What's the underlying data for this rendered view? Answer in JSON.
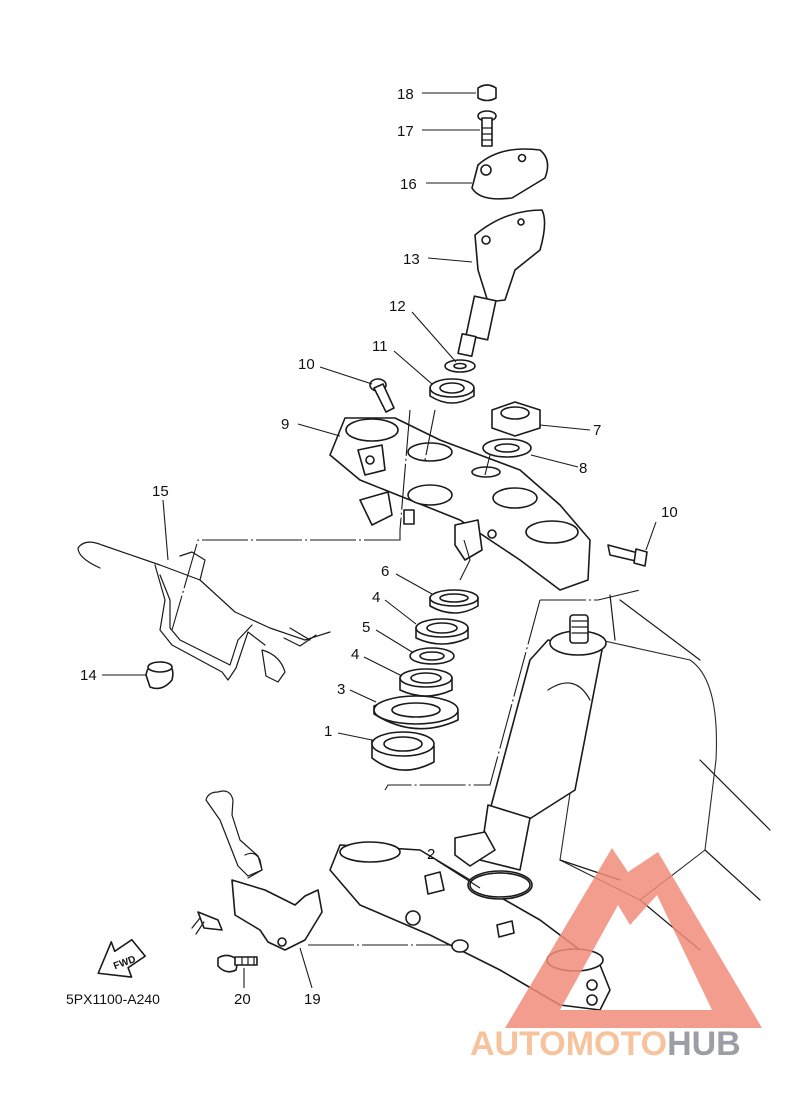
{
  "diagram_code": "5PX1100-A240",
  "fwd_label": "FWD",
  "callouts": [
    {
      "id": "18",
      "label": "18"
    },
    {
      "id": "17",
      "label": "17"
    },
    {
      "id": "16",
      "label": "16"
    },
    {
      "id": "13",
      "label": "13"
    },
    {
      "id": "12",
      "label": "12"
    },
    {
      "id": "11",
      "label": "11"
    },
    {
      "id": "10a",
      "label": "10"
    },
    {
      "id": "9",
      "label": "9"
    },
    {
      "id": "7",
      "label": "7"
    },
    {
      "id": "8",
      "label": "8"
    },
    {
      "id": "15",
      "label": "15"
    },
    {
      "id": "10b",
      "label": "10"
    },
    {
      "id": "6",
      "label": "6"
    },
    {
      "id": "4a",
      "label": "4"
    },
    {
      "id": "5",
      "label": "5"
    },
    {
      "id": "4b",
      "label": "4"
    },
    {
      "id": "14",
      "label": "14"
    },
    {
      "id": "3",
      "label": "3"
    },
    {
      "id": "1",
      "label": "1"
    },
    {
      "id": "2",
      "label": "2"
    },
    {
      "id": "20",
      "label": "20"
    },
    {
      "id": "19",
      "label": "19"
    }
  ],
  "watermark": {
    "part1": "AUTOMOTO",
    "part2": "HUB",
    "color_primary": "#f08c7a",
    "color_accent": "#f5b98c",
    "color_secondary": "#8a8f96"
  }
}
